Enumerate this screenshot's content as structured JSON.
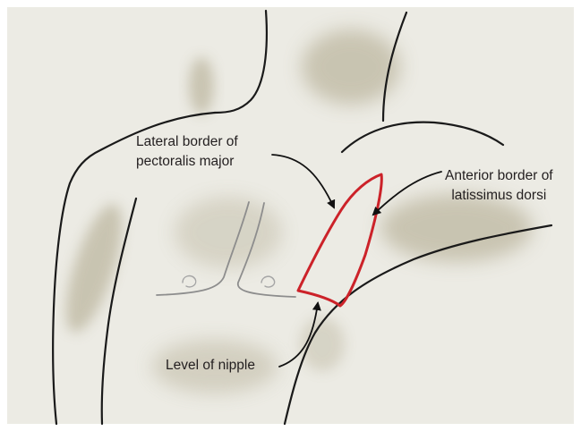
{
  "labels": {
    "pectoralis": {
      "line1": "Lateral border of",
      "line2": "pectoralis major"
    },
    "latissimus": {
      "line1": "Anterior border of",
      "line2": "latissimus dorsi"
    },
    "nipple": {
      "text": "Level of nipple"
    }
  },
  "colors": {
    "paper": "#ecebe4",
    "shadow": "#bdb7a0",
    "outline": "#1a1a1a",
    "sternum_lines": "#8d8d8d",
    "highlight_triangle": "#cc2229"
  }
}
